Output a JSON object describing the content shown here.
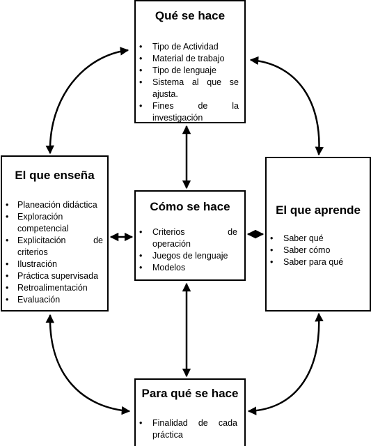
{
  "boxes": {
    "que": {
      "title": "Qué se hace",
      "items": [
        "Tipo de Actividad",
        "Material de trabajo",
        "Tipo de lenguaje",
        "Sistema al que se ajusta.",
        "Fines de la investigación"
      ]
    },
    "ensena": {
      "title": "El que enseña",
      "items": [
        "Planeación didáctica",
        "Exploración competencial",
        "Explicitación de criterios",
        "Ilustración",
        "Práctica supervisada",
        "Retroalimentación",
        "Evaluación"
      ]
    },
    "como": {
      "title": "Cómo se hace",
      "items": [
        "Criterios de operación",
        "Juegos de lenguaje",
        "Modelos"
      ]
    },
    "aprende": {
      "title": "El que aprende",
      "items": [
        "Saber qué",
        "Saber cómo",
        "Saber para qué"
      ]
    },
    "para": {
      "title": "Para qué se hace",
      "items": [
        "Finalidad de cada práctica"
      ]
    }
  }
}
